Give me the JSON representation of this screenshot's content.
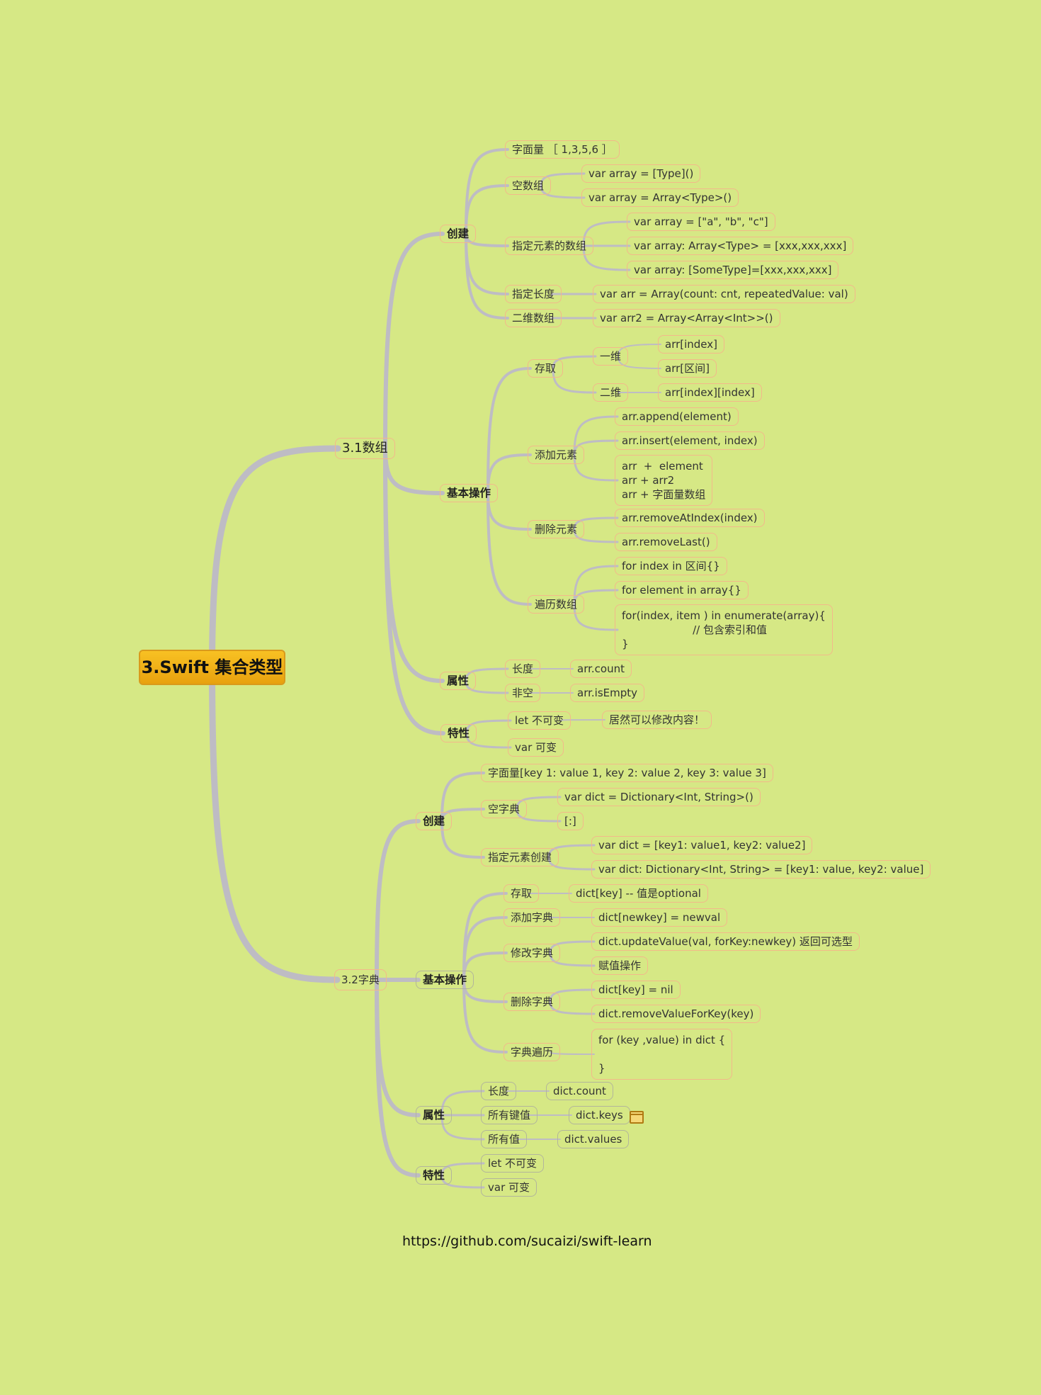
{
  "root": "3.Swift 集合类型",
  "array": {
    "title": "3.1数组",
    "create": {
      "label": "创建",
      "literal": "字面量 ［ 1,3,5,6 ］",
      "empty": {
        "label": "空数组",
        "items": [
          "var array = [Type]()",
          "var array = Array<Type>()"
        ]
      },
      "elements": {
        "label": "指定元素的数组",
        "items": [
          "var array = [\"a\", \"b\", \"c\"]",
          "var array: Array<Type> = [xxx,xxx,xxx]",
          "var array: [SomeType]=[xxx,xxx,xxx]"
        ]
      },
      "length": {
        "label": "指定长度",
        "item": "var arr  =  Array(count: cnt, repeatedValue: val)"
      },
      "twoDim": {
        "label": "二维数组",
        "item": "var arr2 = Array<Array<Int>>()"
      }
    },
    "ops": {
      "label": "基本操作",
      "access": {
        "label": "存取",
        "one": {
          "label": "一维",
          "items": [
            "arr[index]",
            "arr[区间]"
          ]
        },
        "two": {
          "label": "二维",
          "item": "arr[index][index]"
        }
      },
      "add": {
        "label": "添加元素",
        "items": [
          "arr.append(element)",
          "arr.insert(element, index)",
          "arr  +  element\narr + arr2\narr + 字面量数组"
        ]
      },
      "remove": {
        "label": "删除元素",
        "items": [
          "arr.removeAtIndex(index)",
          "arr.removeLast()"
        ]
      },
      "iterate": {
        "label": "遍历数组",
        "items": [
          "for index in 区间{}",
          "for element in array{}",
          "for(index, item ) in enumerate(array){\n                     // 包含索引和值\n}"
        ]
      }
    },
    "props": {
      "label": "属性",
      "length": {
        "label": "长度",
        "item": "arr.count"
      },
      "empty": {
        "label": "非空",
        "item": "arr.isEmpty"
      }
    },
    "traits": {
      "label": "特性",
      "let": {
        "label": "let 不可变",
        "note": "居然可以修改内容！"
      },
      "var": "var 可变"
    }
  },
  "dict": {
    "title": "3.2字典",
    "create": {
      "label": "创建",
      "literal": "字面量[key 1: value 1, key 2: value 2, key 3: value 3]",
      "empty": {
        "label": "空字典",
        "items": [
          "var dict = Dictionary<Int, String>()",
          "[:]"
        ]
      },
      "elements": {
        "label": "指定元素创建",
        "items": [
          "var dict  =  [key1: value1, key2: value2]",
          "var dict: Dictionary<Int, String> = [key1: value, key2: value]"
        ]
      }
    },
    "ops": {
      "label": "基本操作",
      "access": {
        "label": "存取",
        "item": "dict[key] -- 值是optional"
      },
      "add": {
        "label": "添加字典",
        "item": "dict[newkey] = newval"
      },
      "modify": {
        "label": "修改字典",
        "items": [
          "dict.updateValue(val, forKey:newkey) 返回可选型",
          "赋值操作"
        ]
      },
      "remove": {
        "label": "删除字典",
        "items": [
          "dict[key] = nil",
          "dict.removeValueForKey(key)"
        ]
      },
      "iterate": {
        "label": "字典遍历",
        "item": "for (key ,value) in dict {\n\n}"
      }
    },
    "props": {
      "label": "属性",
      "length": {
        "label": "长度",
        "item": "dict.count"
      },
      "keys": {
        "label": "所有键值",
        "item": "dict.keys"
      },
      "values": {
        "label": "所有值",
        "item": "dict.values"
      }
    },
    "traits": {
      "label": "特性",
      "let": "let 不可变",
      "var": "var  可变"
    }
  },
  "footer": "https://github.com/sucaizi/swift-learn",
  "colors": {
    "background": "#d6e885",
    "branch": "#bebcc4",
    "node_border": "#f2b98a",
    "node_border_gray": "#b2b59b",
    "root_fill": "#f4b419"
  },
  "icons": {
    "note": "note-icon"
  }
}
